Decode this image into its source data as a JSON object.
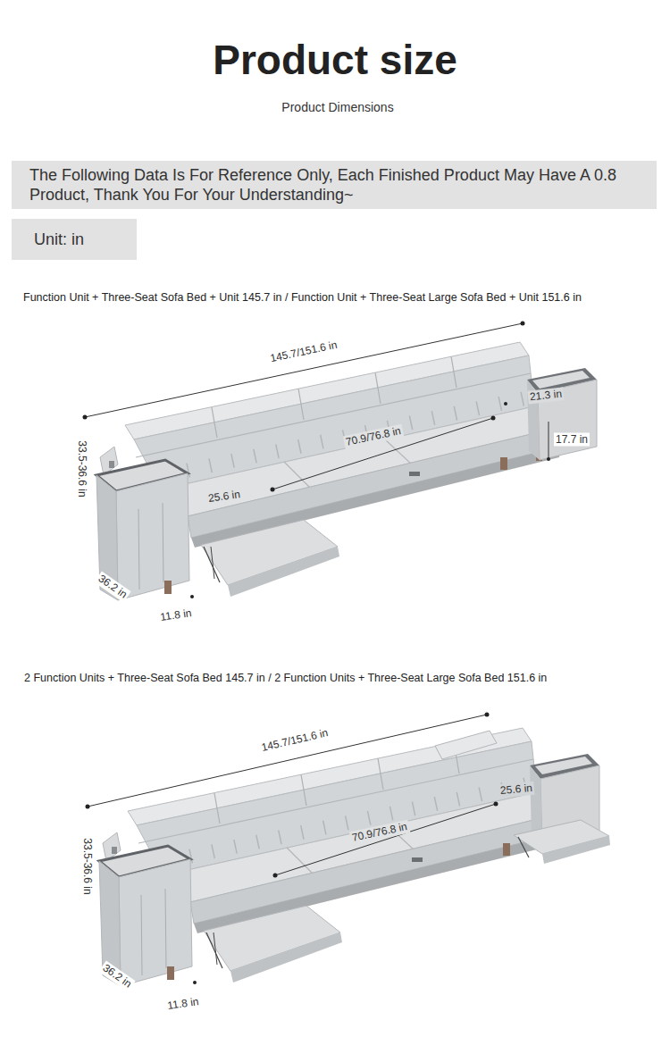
{
  "diagram": {
    "title": "Product size",
    "nodes": [
      {
        "text": [
          "The Following Data Is For Reference Only, Each Finished Product May Have A 0.8 Product, Thank You For Your Understanding~"
        ]
      },
      {
        "text": [
          "Unit: in"
        ]
      }
    ],
    "labels": [
      "Product Dimensions",
      "Function Unit + Three-Seat Sofa Bed + Unit 145.7 in / Function Unit + Three-Seat Large Sofa Bed + Unit 151.6 in",
      "145.7/151.6 in",
      "21.3 in",
      "70.9/76.8 in",
      "17.7 in",
      "33.5-36.6 in",
      "25.6 in",
      "36.2 in",
      "11.8 in",
      "2 Function Units + Three-Seat Sofa Bed 145.7 in / 2 Function Units + Three-Seat Large Sofa Bed 151.6 in",
      "145.7/151.6 in",
      "25.6 in",
      "70.9/76.8 in",
      "33.5-36.6 in",
      "36.2 in",
      "11.8 in"
    ]
  }
}
